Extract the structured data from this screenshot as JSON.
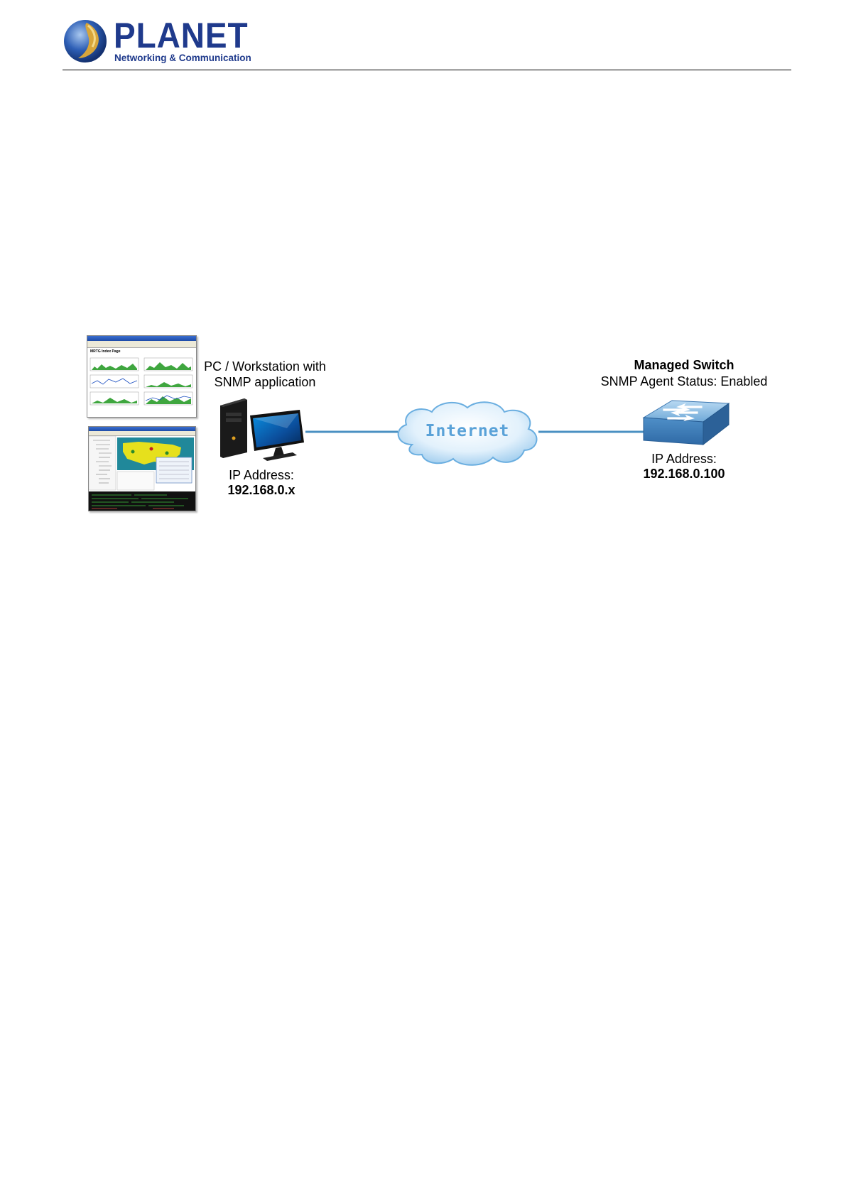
{
  "header": {
    "brand_name": "PLANET",
    "brand_tagline": "Networking & Communication",
    "colors": {
      "brand_blue": "#1f3a8c",
      "globe_gold": "#d8a53a"
    }
  },
  "diagram": {
    "workstation": {
      "title_line1": "PC / Workstation with",
      "title_line2": "SNMP application",
      "ip_label": "IP Address:",
      "ip_value": "192.168.0.x"
    },
    "cloud": {
      "label": "Internet",
      "color": "#5aa2d8"
    },
    "switch": {
      "title": "Managed Switch",
      "status": "SNMP Agent Status: Enabled",
      "ip_label": "IP Address:",
      "ip_value": "192.168.0.100"
    },
    "screenshot_top_title": "MRTG Index Page",
    "link_color": "#4a90c2"
  }
}
